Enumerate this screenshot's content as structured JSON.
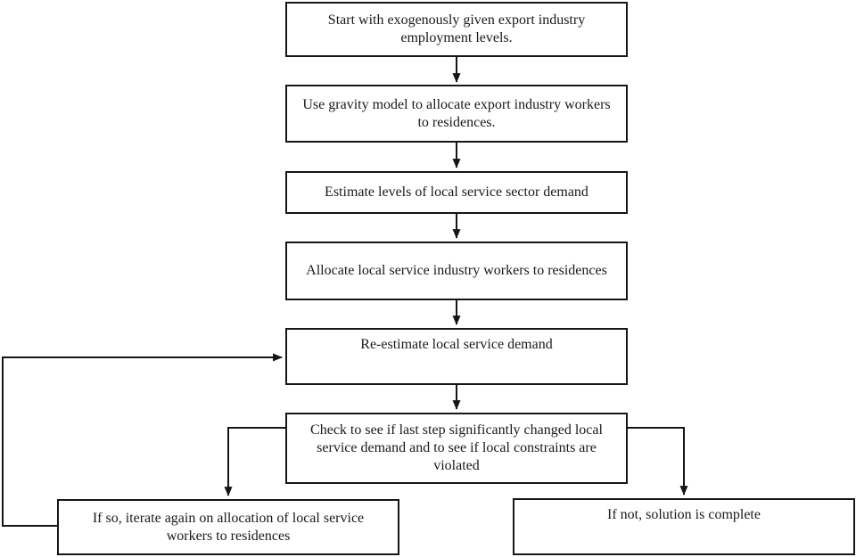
{
  "diagram": {
    "type": "flowchart",
    "background_color": "#ffffff",
    "line_color": "#161616",
    "nodes": [
      {
        "id": "start",
        "label": "Start with exogenously given export industry employment levels."
      },
      {
        "id": "gravity",
        "label": "Use gravity model to allocate export industry workers to residences."
      },
      {
        "id": "estimate",
        "label": "Estimate levels of local service sector demand"
      },
      {
        "id": "allocate",
        "label": "Allocate local service industry workers to residences"
      },
      {
        "id": "reestimate",
        "label": "Re-estimate local service demand"
      },
      {
        "id": "check",
        "label": "Check to see if last step significantly changed local service demand and to see if local constraints are violated"
      },
      {
        "id": "iterate",
        "label": "If so, iterate again on allocation of local service workers to residences"
      },
      {
        "id": "complete",
        "label": "If not, solution is complete"
      }
    ],
    "edges": [
      {
        "from": "start",
        "to": "gravity"
      },
      {
        "from": "gravity",
        "to": "estimate"
      },
      {
        "from": "estimate",
        "to": "allocate"
      },
      {
        "from": "allocate",
        "to": "reestimate"
      },
      {
        "from": "reestimate",
        "to": "check"
      },
      {
        "from": "check",
        "to": "iterate"
      },
      {
        "from": "check",
        "to": "complete"
      },
      {
        "from": "iterate",
        "to": "reestimate"
      }
    ]
  }
}
